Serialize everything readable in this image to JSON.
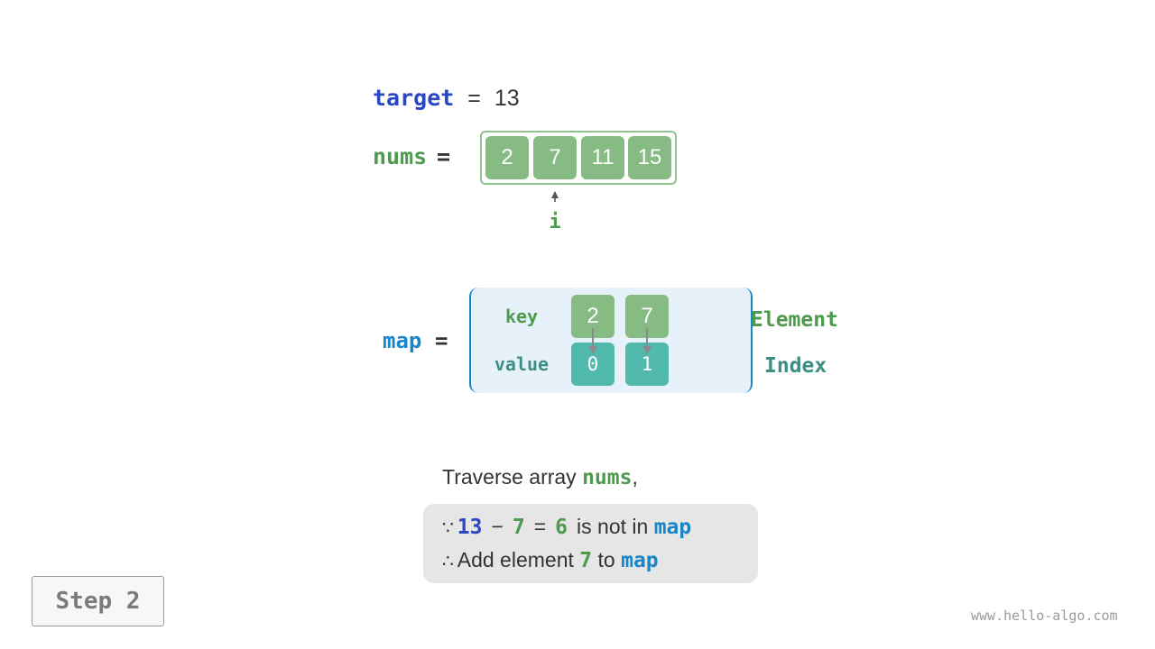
{
  "target_line": {
    "name": "target",
    "equals": "=",
    "value": "13"
  },
  "nums_line": {
    "name": "nums",
    "equals": "=",
    "cells": [
      "2",
      "7",
      "11",
      "15"
    ],
    "pointer_label": "i",
    "pointer_index": 1
  },
  "map": {
    "name": "map",
    "equals": "=",
    "key_label": "key",
    "value_label": "value",
    "keys": [
      "2",
      "7"
    ],
    "values": [
      "0",
      "1"
    ],
    "side_key_label": "Element",
    "side_value_label": "Index"
  },
  "explanation": {
    "intro": "Traverse array ",
    "intro_var": "nums",
    "intro_end": ",",
    "line1": {
      "because": "∵",
      "a": "13",
      "minus": "−",
      "b": "7",
      "equals": "=",
      "result": "6",
      "text": "is not in",
      "map": "map"
    },
    "line2": {
      "therefore": "∴",
      "text_a": "Add element",
      "element": "7",
      "text_b": "to",
      "map": "map"
    }
  },
  "step_label": "Step 2",
  "watermark": "www.hello-algo.com",
  "colors": {
    "blue_var": "#2b46c5",
    "green": "#86bb83",
    "teal": "#52b9ad",
    "map_blue": "#1a86c8",
    "map_bg": "#e6f1fa"
  }
}
